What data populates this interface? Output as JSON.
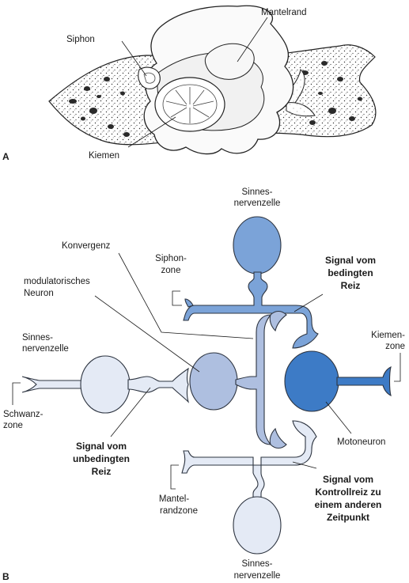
{
  "panel_a": {
    "letter": "A",
    "labels": {
      "mantelrand": "Mantelrand",
      "siphon": "Siphon",
      "kiemen": "Kiemen"
    }
  },
  "panel_b": {
    "letter": "B",
    "colors": {
      "pale": "#e4eaf5",
      "light": "#aebfe0",
      "medium": "#7ba3d8",
      "dark": "#3d7bc6",
      "stroke": "#2d3440"
    },
    "labels": {
      "sensory_top_1": "Sinnes-",
      "sensory_top_2": "nervenzelle",
      "konvergenz": "Konvergenz",
      "siphonzone_1": "Siphon-",
      "siphonzone_2": "zone",
      "cs_1": "Signal vom",
      "cs_2": "bedingten",
      "cs_3": "Reiz",
      "modulatory_1": "modulatorisches",
      "modulatory_2": "Neuron",
      "sensory_left_1": "Sinnes-",
      "sensory_left_2": "nervenzelle",
      "kiemenzone_1": "Kiemen-",
      "kiemenzone_2": "zone",
      "schwanzzone_1": "Schwanz-",
      "schwanzzone_2": "zone",
      "motoneuron": "Motoneuron",
      "us_1": "Signal vom",
      "us_2": "unbedingten",
      "us_3": "Reiz",
      "control_1": "Signal vom",
      "control_2": "Kontrollreiz zu",
      "control_3": "einem anderen",
      "control_4": "Zeitpunkt",
      "mantelrandzone_1": "Mantel-",
      "mantelrandzone_2": "randzone",
      "sensory_bottom_1": "Sinnes-",
      "sensory_bottom_2": "nervenzelle"
    }
  }
}
